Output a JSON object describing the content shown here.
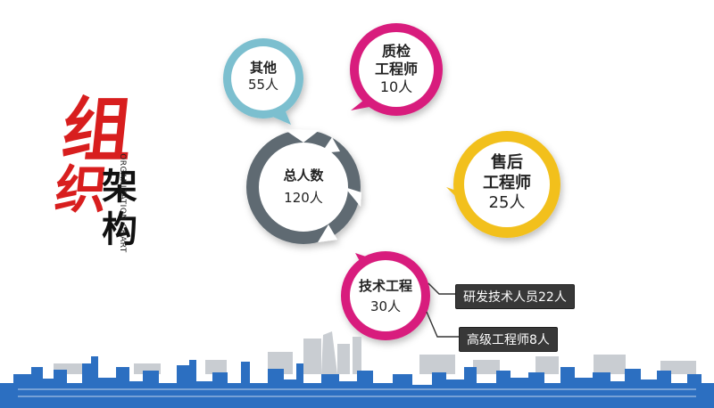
{
  "title": {
    "char1": "组",
    "char2": "织",
    "char3": "架",
    "char4": "构",
    "english": "ORGANIZATION CHART"
  },
  "center": {
    "label": "总人数",
    "count": "120人"
  },
  "nodes": {
    "other": {
      "label": "其他",
      "count": "55人",
      "color": "#7bbfcf"
    },
    "qc": {
      "line1": "质检",
      "line2": "工程师",
      "count": "10人",
      "color": "#d81f7d"
    },
    "aftersales": {
      "line1": "售后",
      "line2": "工程师",
      "count": "25人",
      "color": "#f2c01e"
    },
    "tech": {
      "label": "技术工程",
      "count": "30人",
      "color": "#d81f7d"
    }
  },
  "details": {
    "rd": "研发技术人员22人",
    "senior": "高级工程师8人"
  },
  "colors": {
    "center_ring": "#5f6a72",
    "title_red": "#d81e1e",
    "skyline_blue": "#2c6fc1",
    "skyline_gray": "#c9cdd2"
  }
}
